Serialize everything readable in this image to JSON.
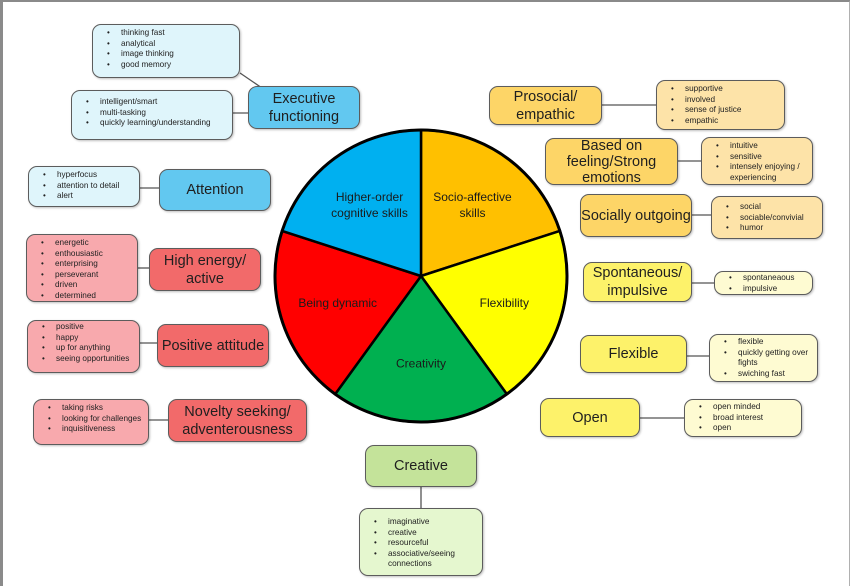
{
  "pie": {
    "segments": [
      {
        "name": "higher-order-cognitive-skills",
        "label_lines": [
          "Higher-order",
          "cognitive skills"
        ],
        "color": "#00b0f0",
        "share": 0.2
      },
      {
        "name": "socio-affective-skills",
        "label_lines": [
          "Socio-affective",
          "skills"
        ],
        "color": "#ffc000",
        "share": 0.2
      },
      {
        "name": "flexibility",
        "label_lines": [
          "Flexibility"
        ],
        "color": "#ffff00",
        "share": 0.2
      },
      {
        "name": "creativity",
        "label_lines": [
          "Creativity"
        ],
        "color": "#00b050",
        "share": 0.2
      },
      {
        "name": "being-dynamic",
        "label_lines": [
          "Being dynamic"
        ],
        "color": "#ff0000",
        "share": 0.2
      }
    ]
  },
  "left": {
    "executive": {
      "title": "Executive functioning",
      "list_a": [
        "thinking fast",
        "analytical",
        "image thinking",
        "good memory"
      ],
      "list_b": [
        "intelligent/smart",
        "multi-tasking",
        "quickly learning/understanding"
      ]
    },
    "attention": {
      "title": "Attention",
      "items": [
        "hyperfocus",
        "attention to detail",
        "alert"
      ]
    },
    "high_energy": {
      "title": "High energy/ active",
      "items": [
        "energetic",
        "enthousiastic",
        "enterprising",
        "perseverant",
        "driven",
        "determined"
      ]
    },
    "positive": {
      "title": "Positive attitude",
      "items": [
        "positive",
        "happy",
        "up for anything",
        "seeing opportunities"
      ]
    },
    "novelty": {
      "title": "Novelty seeking/ adventerousness",
      "items": [
        "taking risks",
        "looking for challenges",
        "inquisitiveness"
      ]
    }
  },
  "right": {
    "prosocial": {
      "title": "Prosocial/ empathic",
      "items": [
        "supportive",
        "involved",
        "sense of justice",
        "empathic"
      ]
    },
    "feeling": {
      "title": "Based on feeling/Strong emotions",
      "items": [
        "intuitive",
        "sensitive",
        "intensely enjoying / experiencing"
      ]
    },
    "social": {
      "title": "Socially outgoing",
      "items": [
        "social",
        "sociable/convivial",
        "humor"
      ]
    },
    "spontaneous": {
      "title": "Spontaneous/ impulsive",
      "items": [
        "spontaneaous",
        "impulsive"
      ]
    },
    "flexible": {
      "title": "Flexible",
      "items": [
        "flexible",
        "quickly getting over fights",
        "swiching fast"
      ]
    },
    "open": {
      "title": "Open",
      "items": [
        "open minded",
        "broad interest",
        "open"
      ]
    }
  },
  "bottom": {
    "creative": {
      "title": "Creative",
      "items": [
        "imaginative",
        "creative",
        "resourceful",
        "associative/seeing connections"
      ]
    }
  }
}
